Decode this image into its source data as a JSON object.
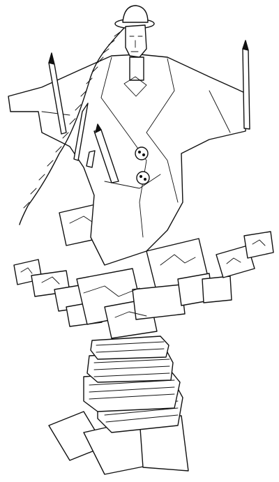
{
  "image": {
    "kind": "line-drawing",
    "background": "#ffffff",
    "ink": "#111111",
    "figures": [
      "figure-with-hat",
      "braid",
      "fountain-pen",
      "paintbrush",
      "coat",
      "buttons",
      "floating-pictures",
      "stack-of-books",
      "loose-paper-sheets"
    ]
  }
}
